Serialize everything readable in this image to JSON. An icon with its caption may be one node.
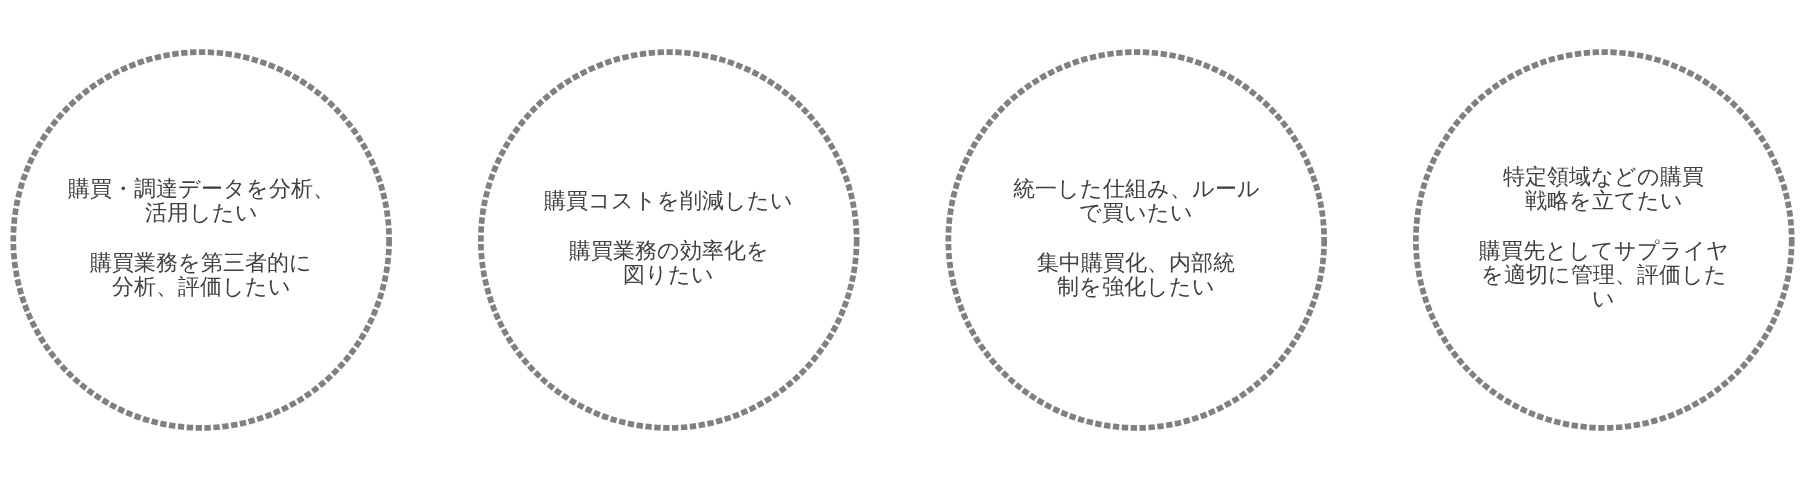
{
  "diagram": {
    "nodes": [
      {
        "text": [
          "購買・調達データを分析、活用したい",
          "購買業務を第三者的に分析、評価したい"
        ]
      },
      {
        "text": [
          "購買コストを削減したい",
          "購買業務の効率化を図りたい"
        ]
      },
      {
        "text": [
          "統一した仕組み、ルールで買いたい",
          "集中購買化、内部統制を強化したい"
        ]
      },
      {
        "text": [
          "特定領域などの購買戦略を立てたい",
          "購買先としてサプライヤを適切に管理、評価したい"
        ]
      }
    ]
  }
}
